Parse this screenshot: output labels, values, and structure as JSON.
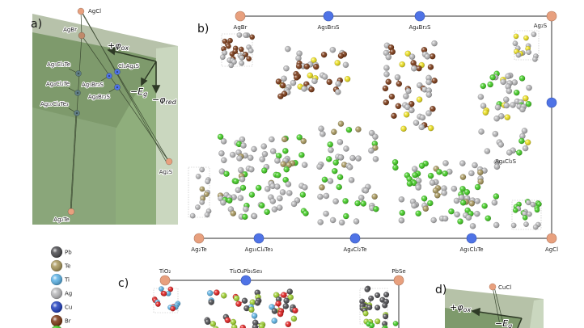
{
  "figure": {
    "panel_labels": {
      "a": "a)",
      "b": "b)",
      "c": "c)",
      "d": "d)"
    }
  },
  "colors": {
    "endpoint": "#e8a07e",
    "intermediate": "#4f73e6",
    "hull_dark": "#7f9a6e",
    "hull_mid": "#8fae7c",
    "hull_light": "#b6c7a6",
    "hull_pale": "#cfdbc4",
    "atoms": {
      "Pb": "#4a4a4e",
      "Te": "#a8975a",
      "Ti": "#5ab2e6",
      "Ag": "#b8b8ba",
      "Cu": "#1f3fbf",
      "Br": "#7a3510",
      "Cl": "#3fcf1f",
      "S": "#efe21a",
      "O": "#e31a1a",
      "Se": "#9ed22a"
    }
  },
  "panel_a": {
    "axes": {
      "ox": "+φ",
      "ox_sub": "ox",
      "eg": "−E",
      "eg_sub": "g",
      "red": "−φ",
      "red_sub": "red"
    },
    "points": [
      {
        "name": "AgCl",
        "kind": "endpoint"
      },
      {
        "name": "AgBr",
        "kind": "endpoint"
      },
      {
        "name": "Ag₅Cl₃Te",
        "kind": "intermediate"
      },
      {
        "name": "Cl₂Ag₄S",
        "kind": "intermediate"
      },
      {
        "name": "Ag₄Cl₂Te",
        "kind": "intermediate"
      },
      {
        "name": "Ag₅Br₃S",
        "kind": "intermediate"
      },
      {
        "name": "Ag₄Br₂S",
        "kind": "intermediate"
      },
      {
        "name": "Ag₁₀Cl₄Te₃",
        "kind": "intermediate"
      },
      {
        "name": "Ag₂S",
        "kind": "endpoint"
      },
      {
        "name": "Ag₂Te",
        "kind": "endpoint"
      }
    ]
  },
  "panel_b": {
    "top": [
      "AgBr",
      "Ag₅Br₃S",
      "Ag₄Br₂S",
      "Ag₂S"
    ],
    "bottom": [
      "Ag₂Te",
      "Ag₁₀Cl₄Te₃",
      "Ag₄Cl₂Te",
      "Ag₅Cl₃Te",
      "AgCl"
    ],
    "right_mid_label": "Ag₄Cl₂S"
  },
  "panel_c": {
    "top": [
      "TiO₂",
      "Ti₂O₄Pb₃Se₃",
      "PbSe"
    ]
  },
  "panel_d": {
    "point": "CuCl",
    "axes": {
      "ox": "+φ",
      "ox_sub": "ox",
      "eg": "−E",
      "eg_sub": "g"
    }
  },
  "legend": [
    {
      "element": "Pb"
    },
    {
      "element": "Te"
    },
    {
      "element": "Ti"
    },
    {
      "element": "Ag"
    },
    {
      "element": "Cu"
    },
    {
      "element": "Br"
    }
  ]
}
